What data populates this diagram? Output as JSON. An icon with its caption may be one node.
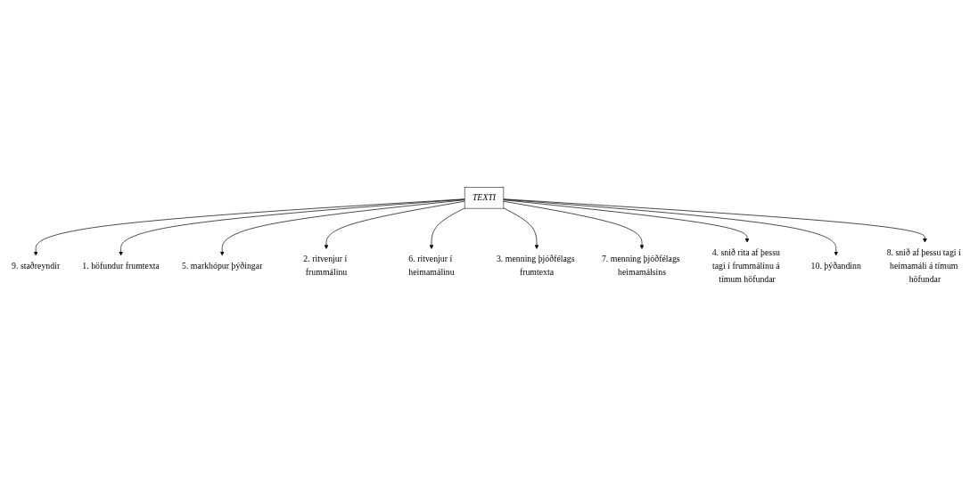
{
  "diagram": {
    "nodes": [
      {
        "text": [
          "9. staðreyndir"
        ]
      },
      {
        "text": [
          "1. höfundur frumtexta"
        ]
      },
      {
        "text": [
          "5. markhópur þýðingar"
        ]
      },
      {
        "text": [
          "2. ritvenjur í frummálinu"
        ]
      },
      {
        "text": [
          "6. ritvenjur í heimamálinu"
        ]
      },
      {
        "text": [
          "TEXTI"
        ]
      },
      {
        "text": [
          "3. menning þjóðfélags frumtexta"
        ]
      },
      {
        "text": [
          "7. menning þjóðfélags heimamálsins"
        ]
      },
      {
        "text": [
          "4. snið rita af þessu tagi í frummálinu á tímum höfundar"
        ]
      },
      {
        "text": [
          "10. þýðandinn"
        ]
      },
      {
        "text": [
          "8. snið af þessu tagi í heimamáli á tímum höfundar"
        ]
      }
    ],
    "edges": [
      {
        "from": 5,
        "to": 0,
        "arrow": "to"
      },
      {
        "from": 5,
        "to": 1,
        "arrow": "to"
      },
      {
        "from": 5,
        "to": 2,
        "arrow": "to"
      },
      {
        "from": 5,
        "to": 3,
        "arrow": "to"
      },
      {
        "from": 5,
        "to": 4,
        "arrow": "to"
      },
      {
        "from": 5,
        "to": 6,
        "arrow": "to"
      },
      {
        "from": 5,
        "to": 7,
        "arrow": "to"
      },
      {
        "from": 5,
        "to": 8,
        "arrow": "to"
      },
      {
        "from": 5,
        "to": 9,
        "arrow": "to"
      },
      {
        "from": 5,
        "to": 10,
        "arrow": "to"
      }
    ]
  }
}
